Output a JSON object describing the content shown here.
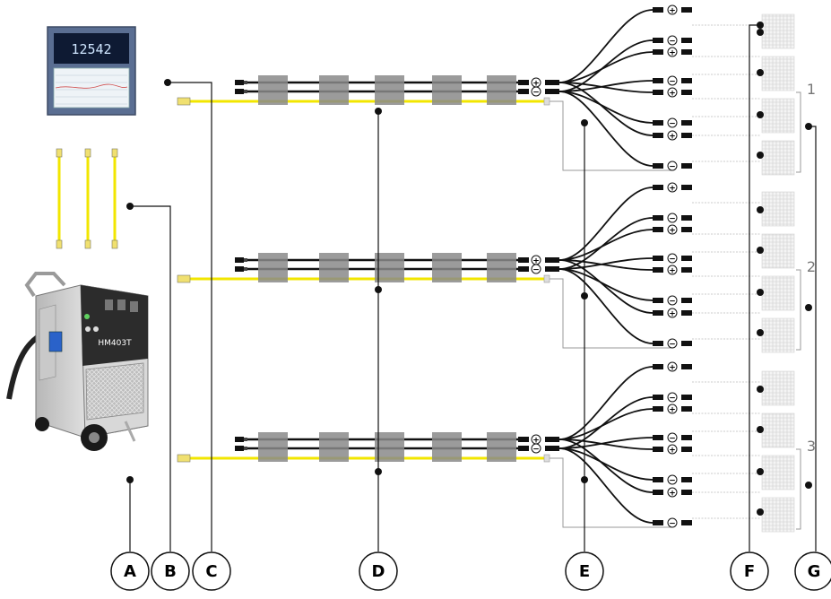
{
  "recorder": {
    "display_value": "12542"
  },
  "power_source": {
    "model_label": "HM403T"
  },
  "group_labels": [
    "1",
    "2",
    "3"
  ],
  "callouts": [
    "A",
    "B",
    "C",
    "D",
    "E",
    "F",
    "G"
  ],
  "polarity": {
    "plus": "+",
    "minus": "−"
  },
  "colors": {
    "thermocouple": "#f2e600",
    "cable": "#111111",
    "heater_pad": "#8a8a8a",
    "ceramic_mat": "#e6e6e6",
    "frame_line": "#9a9a9a"
  }
}
